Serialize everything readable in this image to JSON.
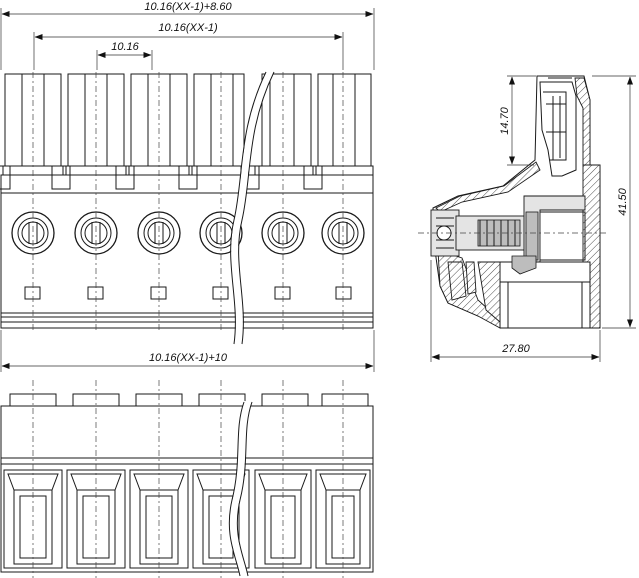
{
  "dimensions": {
    "total_width": "10.16(XX-1)+8.60",
    "pitch_span": "10.16(XX-1)",
    "pitch": "10.16",
    "overall_length": "10.16(XX-1)+10",
    "side_height_upper": "14.70",
    "side_height_total": "41.50",
    "side_depth": "27.80"
  },
  "front_view": {
    "pole_count": 6
  },
  "bottom_view": {
    "pole_count": 6
  }
}
